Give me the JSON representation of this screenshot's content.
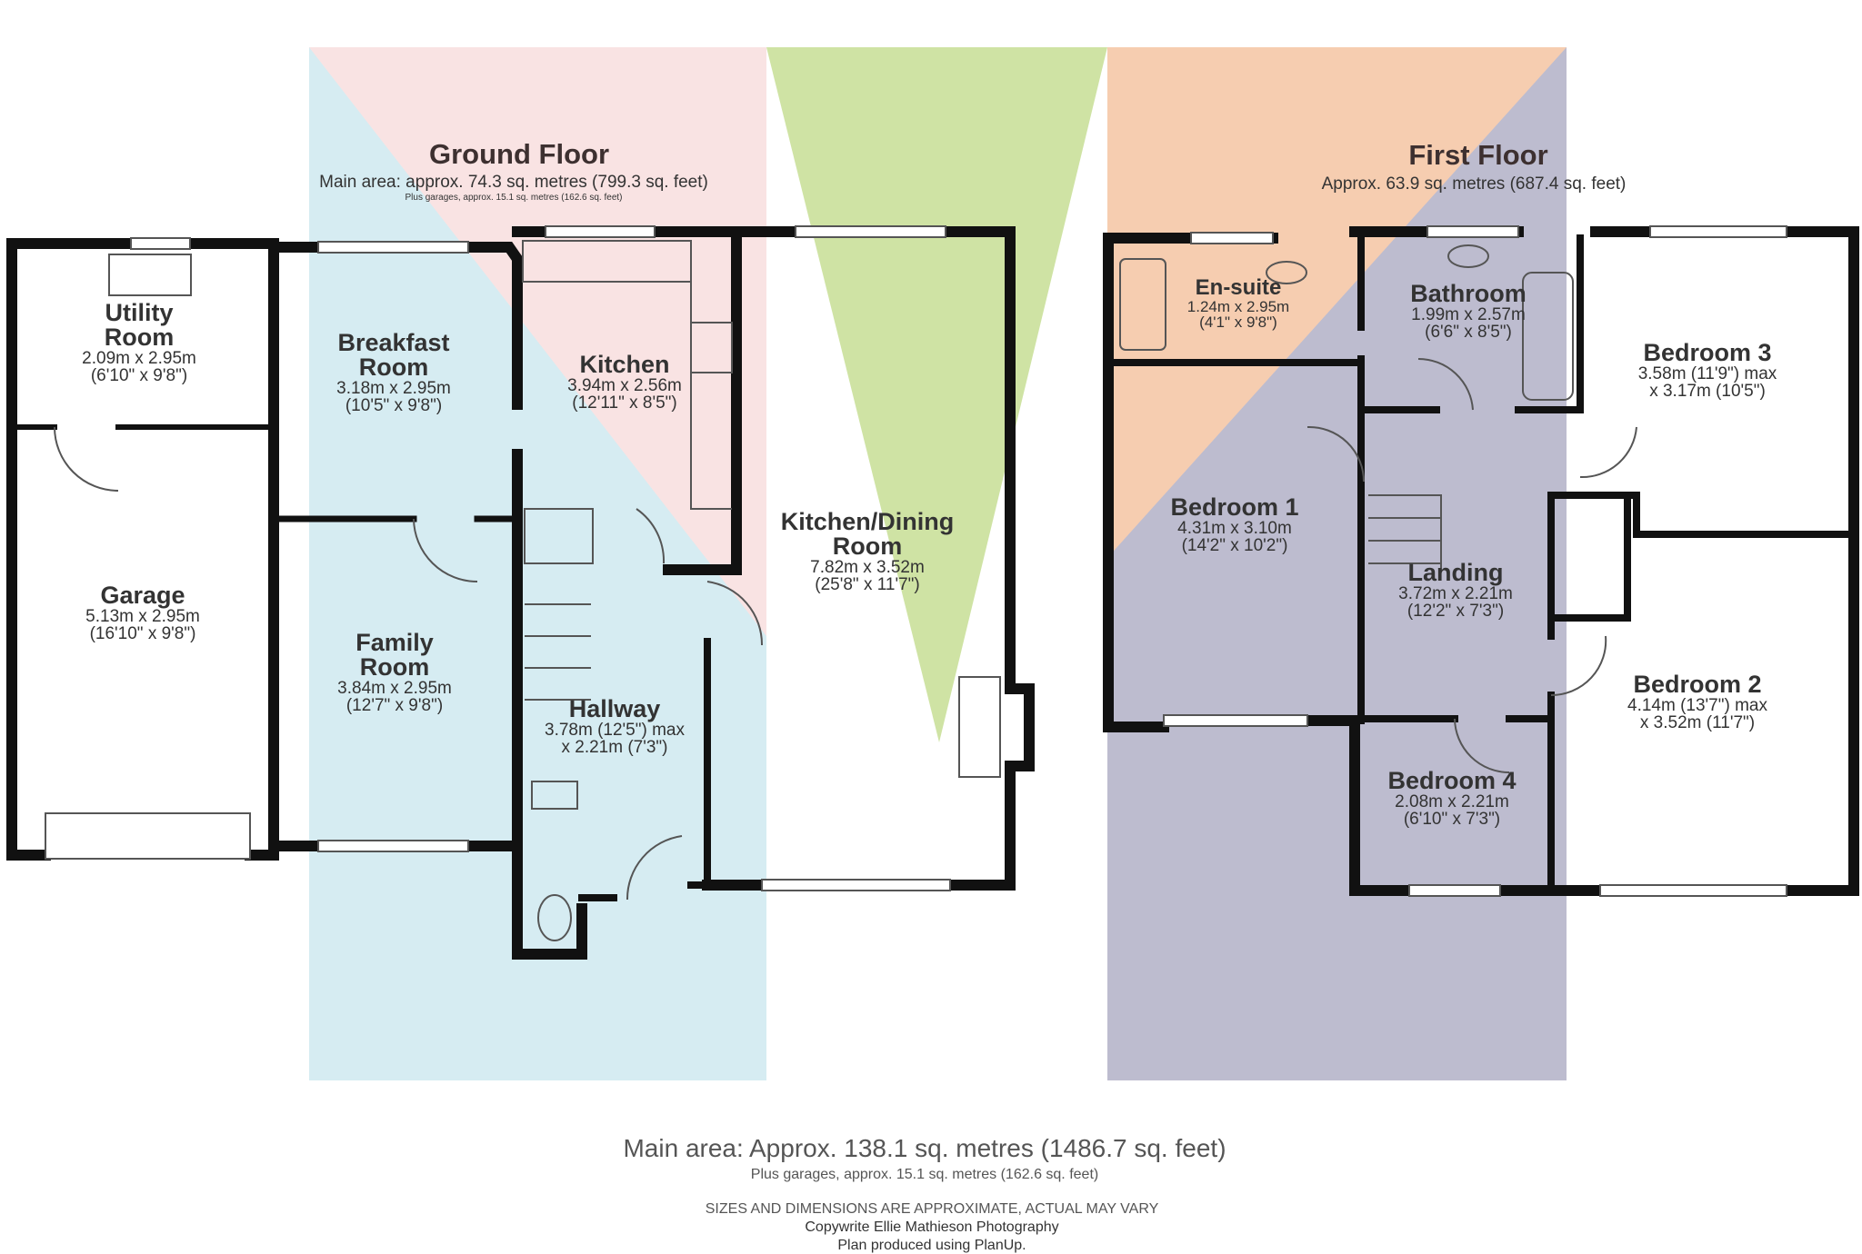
{
  "ground_floor": {
    "title": "Ground Floor",
    "main_area": "Main area: approx. 74.3 sq. metres (799.3 sq. feet)",
    "garages": "Plus garages, approx. 15.1 sq. metres (162.6 sq. feet)",
    "rooms": [
      {
        "name1": "Utility",
        "name2": "Room",
        "dim1": "2.09m x 2.95m",
        "dim2": "(6'10\" x 9'8\")"
      },
      {
        "name1": "Breakfast",
        "name2": "Room",
        "dim1": "3.18m x 2.95m",
        "dim2": "(10'5\" x 9'8\")"
      },
      {
        "name1": "Kitchen",
        "dim1": "3.94m x 2.56m",
        "dim2": "(12'11\" x 8'5\")"
      },
      {
        "name1": "Kitchen/Dining",
        "name2": "Room",
        "dim1": "7.82m x 3.52m",
        "dim2": "(25'8\" x 11'7\")"
      },
      {
        "name1": "Garage",
        "dim1": "5.13m x 2.95m",
        "dim2": "(16'10\" x 9'8\")"
      },
      {
        "name1": "Family",
        "name2": "Room",
        "dim1": "3.84m x 2.95m",
        "dim2": "(12'7\" x 9'8\")"
      },
      {
        "name1": "Hallway",
        "dim1": "3.78m (12'5\") max",
        "dim2": "x 2.21m (7'3\")"
      }
    ]
  },
  "first_floor": {
    "title": "First Floor",
    "main_area": "Approx. 63.9 sq. metres (687.4 sq. feet)",
    "rooms": [
      {
        "name1": "En-suite",
        "dim1": "1.24m x 2.95m",
        "dim2": "(4'1\" x 9'8\")"
      },
      {
        "name1": "Bathroom",
        "dim1": "1.99m x 2.57m",
        "dim2": "(6'6\" x 8'5\")"
      },
      {
        "name1": "Bedroom 3",
        "dim1": "3.58m (11'9\") max",
        "dim2": "x 3.17m (10'5\")"
      },
      {
        "name1": "Bedroom 1",
        "dim1": "4.31m x 3.10m",
        "dim2": "(14'2\" x 10'2\")"
      },
      {
        "name1": "Landing",
        "dim1": "3.72m x 2.21m",
        "dim2": "(12'2\" x 7'3\")"
      },
      {
        "name1": "Bedroom 2",
        "dim1": "4.14m (13'7\") max",
        "dim2": "x 3.52m (11'7\")"
      },
      {
        "name1": "Bedroom 4",
        "dim1": "2.08m x 2.21m",
        "dim2": "(6'10\" x 7'3\")"
      }
    ]
  },
  "footer": {
    "main_area": "Main area: Approx. 138.1 sq. metres (1486.7 sq. feet)",
    "garages": "Plus garages, approx. 15.1 sq. metres (162.6 sq. feet)",
    "disclaimer": "SIZES AND DIMENSIONS ARE APPROXIMATE, ACTUAL MAY VARY",
    "copyright": "Copywrite Ellie Mathieson Photography",
    "produced": "Plan produced using PlanUp."
  },
  "colors": {
    "blue": "#d6ecf2",
    "pink": "#f9e3e3",
    "green": "#cfe3a4",
    "orange": "#f6cdb0",
    "purple": "#bdbccf",
    "wall": "#111111"
  }
}
